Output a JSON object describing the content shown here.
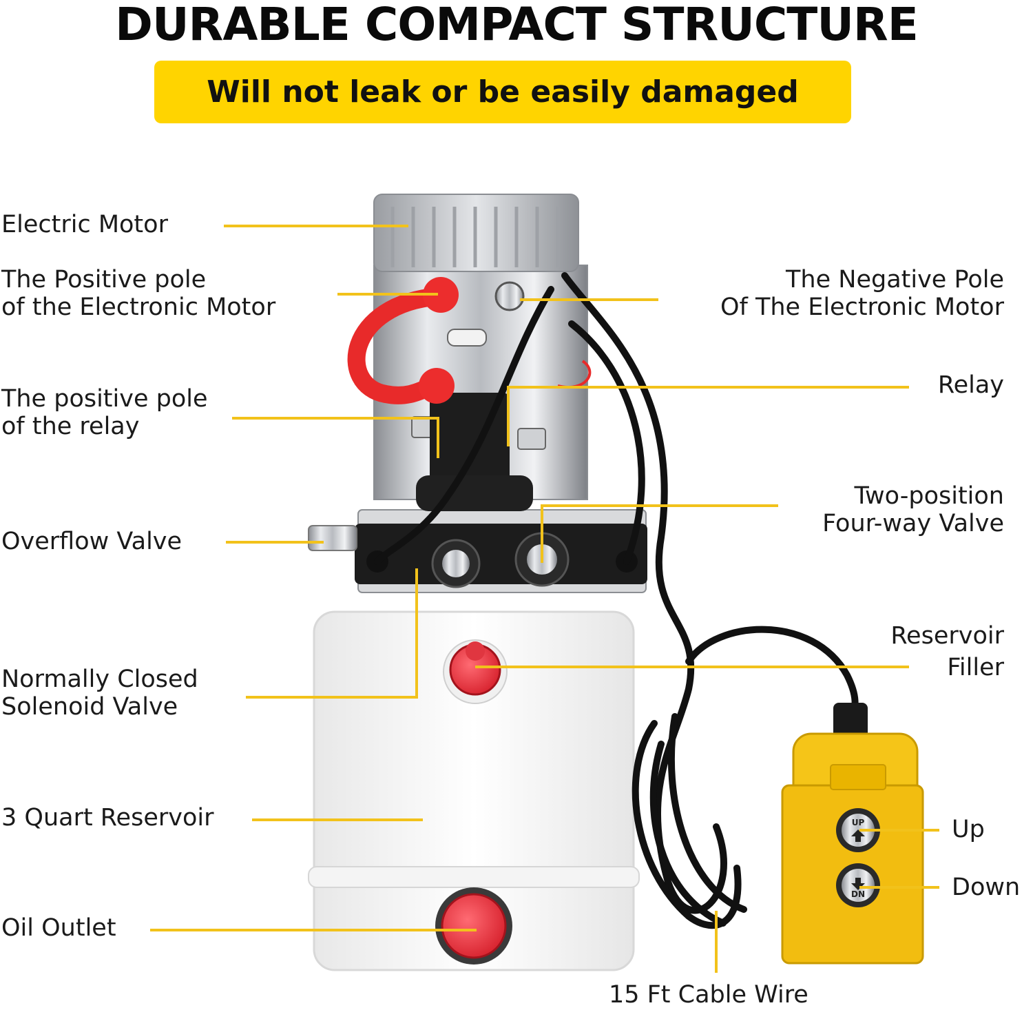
{
  "header": {
    "title": "DURABLE COMPACT STRUCTURE",
    "subtitle": "Will not leak or be easily damaged"
  },
  "callouts": {
    "electric_motor": "Electric Motor",
    "positive_pole_motor": [
      "The Positive pole",
      "of the Electronic Motor"
    ],
    "negative_pole_motor": [
      "The Negative Pole",
      "Of The Electronic Motor"
    ],
    "positive_pole_relay": [
      "The positive pole",
      "of the relay"
    ],
    "relay": "Relay",
    "overflow_valve": "Overflow Valve",
    "four_way_valve": [
      "Two-position",
      "Four-way Valve"
    ],
    "reservoir_filler": [
      "Reservoir",
      "Filler"
    ],
    "solenoid_valve": [
      "Normally Closed",
      "Solenoid Valve"
    ],
    "reservoir": "3 Quart Reservoir",
    "oil_outlet": "Oil Outlet",
    "up": "Up",
    "down": "Down",
    "cable": "15 Ft Cable Wire"
  },
  "remote": {
    "up_button": "UP",
    "down_button": "DN"
  },
  "colors": {
    "accent": "#ffd400",
    "leader_line": "#f2c21b",
    "cap_red": "#e8323c",
    "remote_yellow": "#f5c518"
  }
}
